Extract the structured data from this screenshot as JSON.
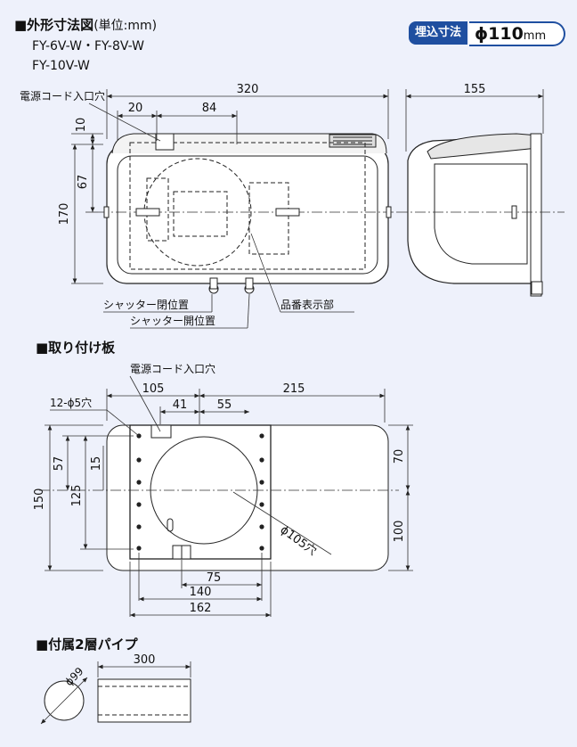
{
  "sections": {
    "outline_title": "■外形寸法図",
    "outline_unit": "(単位:mm)",
    "models_line1": "FY-6V-W・FY-8V-W",
    "models_line2": "FY-10V-W",
    "plate_title": "■取り付け板",
    "pipe_title": "■付属2層パイプ"
  },
  "badge": {
    "label": "埋込寸法",
    "value": "ϕ110",
    "unit": "mm"
  },
  "outline_labels": {
    "cord_hole": "電源コード入口穴",
    "shutter_closed": "シャッター閉位置",
    "shutter_open": "シャッター開位置",
    "product_label": "品番表示部"
  },
  "outline_dims": {
    "width": "320",
    "depth": "155",
    "d20": "20",
    "d84": "84",
    "d10": "10",
    "d67": "67",
    "height": "170"
  },
  "plate_labels": {
    "cord_hole": "電源コード入口穴",
    "holes": "12-ϕ5穴",
    "big_hole": "ϕ105穴"
  },
  "plate_dims": {
    "d105": "105",
    "d215": "215",
    "d41": "41",
    "d55": "55",
    "d57": "57",
    "d15": "15",
    "d150": "150",
    "d125": "125",
    "d70": "70",
    "d100": "100",
    "d75": "75",
    "d140": "140",
    "d162": "162"
  },
  "pipe_dims": {
    "diameter": "ϕ99",
    "length": "300"
  }
}
